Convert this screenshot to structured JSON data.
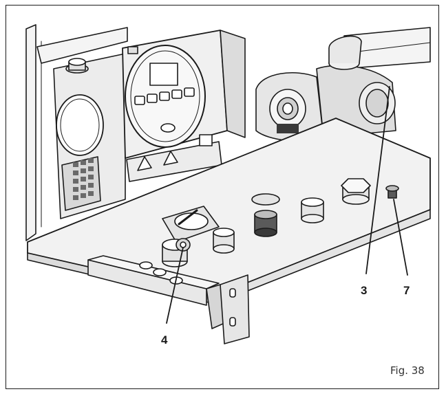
{
  "figure": {
    "caption": "Fig. 38",
    "callouts": [
      "3",
      "7",
      "4"
    ]
  },
  "colors": {
    "outline": "#1a1a1a",
    "panel_fill": "#e8e8e8",
    "light_fill": "#f4f4f4",
    "dark_fill": "#3a3a3a"
  }
}
